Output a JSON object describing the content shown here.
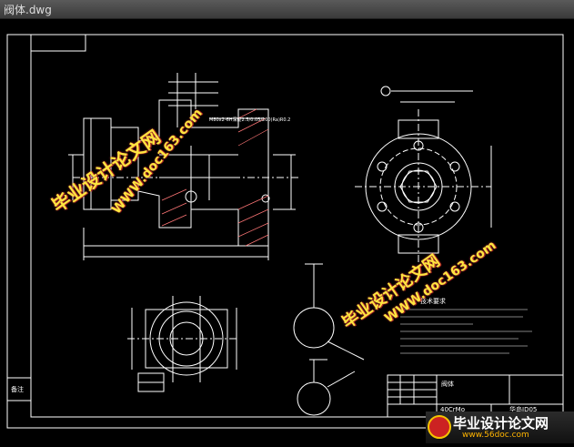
{
  "window": {
    "title": "阀体.dwg"
  },
  "drawing": {
    "material": "40CrMo",
    "drawing_number": "华岛JD05",
    "part_name": "阀体",
    "side_label": "备注",
    "tolerance_note": "M80x2-6H深度2.5/0.05/200(Ra)R0.2",
    "tech_requirements_title": "技术要求"
  },
  "watermarks": [
    {
      "text": "毕业设计论文网"
    },
    {
      "text": "WWW.doc163.com"
    },
    {
      "text": "毕业设计论文网"
    },
    {
      "text": "WWW.doc163.com"
    }
  ],
  "footer": {
    "brand": "毕业设计论文网",
    "url": "www.56doc.com"
  },
  "colors": {
    "line": "#ffffff",
    "hatch": "#ff7777",
    "watermark": "#ffe640",
    "accent": "#5aa0ff"
  }
}
